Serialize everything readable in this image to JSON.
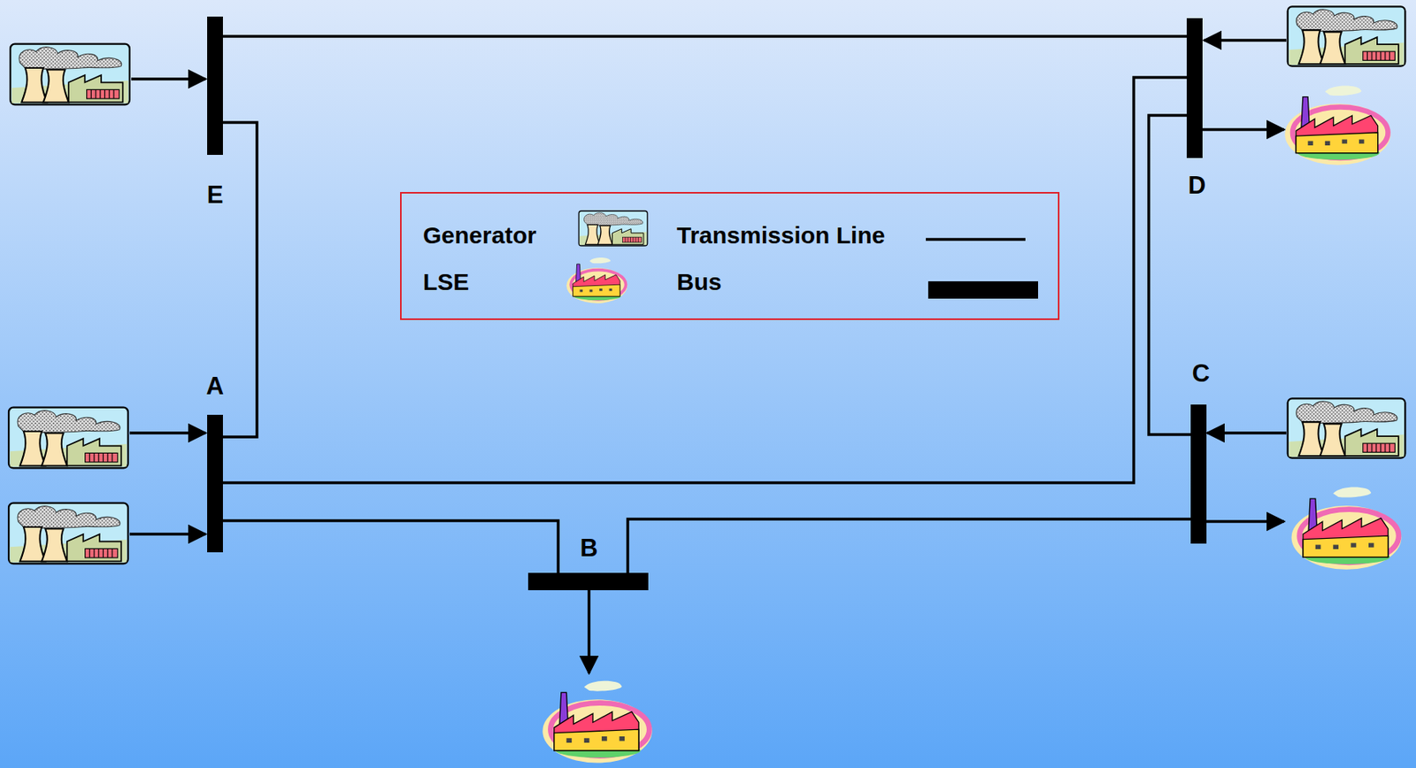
{
  "diagram": {
    "nodes": [
      {
        "text": [
          "E"
        ]
      },
      {
        "text": [
          "A"
        ]
      },
      {
        "text": [
          "B"
        ]
      },
      {
        "text": [
          "C"
        ]
      },
      {
        "text": [
          "D"
        ]
      }
    ],
    "edges": [
      {
        "from": 0,
        "to": 4,
        "arrow": "none"
      },
      {
        "from": 0,
        "to": 1,
        "arrow": "none"
      },
      {
        "from": 1,
        "to": 4,
        "arrow": "none"
      },
      {
        "from": 1,
        "to": 2,
        "arrow": "none"
      },
      {
        "from": 2,
        "to": 3,
        "arrow": "none"
      },
      {
        "from": 4,
        "to": 3,
        "arrow": "none"
      }
    ],
    "legend": [
      {
        "text": "Generator"
      },
      {
        "text": "LSE"
      },
      {
        "text": "Transmission Line"
      },
      {
        "text": "Bus"
      }
    ]
  }
}
